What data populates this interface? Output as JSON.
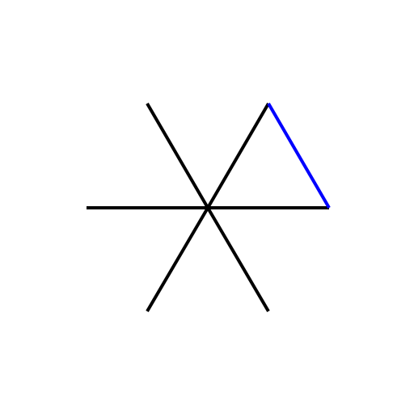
{
  "figure": {
    "background_color": "#ffffff",
    "line_color": "#000000",
    "highlight_color": "#0000ff",
    "segments": [
      {
        "name": "spoke-0-degrees",
        "color": "#000000"
      },
      {
        "name": "spoke-60-degrees",
        "color": "#000000"
      },
      {
        "name": "spoke-120-degrees",
        "color": "#000000"
      },
      {
        "name": "spoke-180-degrees",
        "color": "#000000"
      },
      {
        "name": "spoke-240-degrees",
        "color": "#000000"
      },
      {
        "name": "spoke-300-degrees",
        "color": "#000000"
      },
      {
        "name": "connecting-edge-0-to-60",
        "color": "#0000ff"
      }
    ]
  }
}
